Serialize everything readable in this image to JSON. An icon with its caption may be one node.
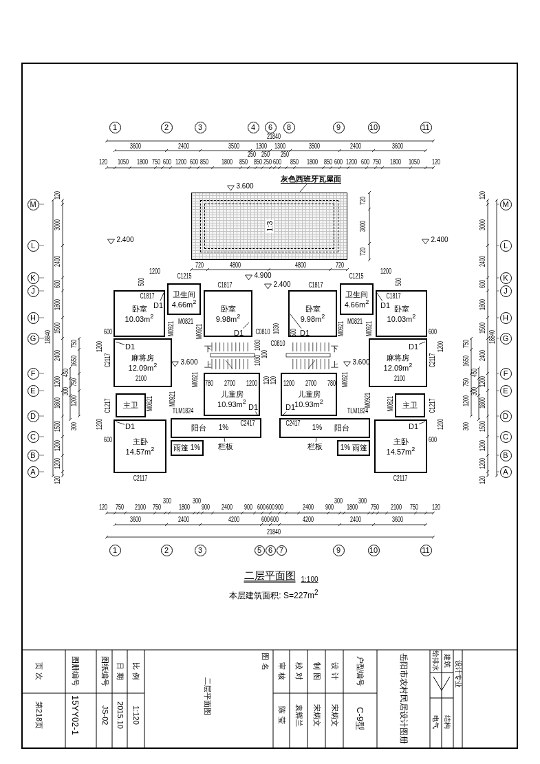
{
  "diagram": {
    "title": "二层平面图",
    "caption": "本层建筑面积: S=227m$^{2}$",
    "nodes": [
      {
        "text": [
          "1"
        ]
      },
      {
        "text": [
          "2"
        ]
      },
      {
        "text": [
          "3"
        ]
      },
      {
        "text": [
          "4"
        ]
      },
      {
        "text": [
          "6"
        ]
      },
      {
        "text": [
          "8"
        ]
      },
      {
        "text": [
          "9"
        ]
      },
      {
        "text": [
          "10"
        ]
      },
      {
        "text": [
          "11"
        ]
      },
      {
        "text": [
          "灰色西班牙瓦屋面"
        ]
      },
      {
        "text": [
          "1:3"
        ]
      },
      {
        "text": [
          "M"
        ]
      },
      {
        "text": [
          "L"
        ]
      },
      {
        "text": [
          "K"
        ]
      },
      {
        "text": [
          "J"
        ]
      },
      {
        "text": [
          "H"
        ]
      },
      {
        "text": [
          "G"
        ]
      },
      {
        "text": [
          "F"
        ]
      },
      {
        "text": [
          "E"
        ]
      },
      {
        "text": [
          "D"
        ]
      },
      {
        "text": [
          "C"
        ]
      },
      {
        "text": [
          "B"
        ]
      },
      {
        "text": [
          "A"
        ]
      },
      {
        "text": [
          "M"
        ]
      },
      {
        "text": [
          "L"
        ]
      },
      {
        "text": [
          "K"
        ]
      },
      {
        "text": [
          "J"
        ]
      },
      {
        "text": [
          "H"
        ]
      },
      {
        "text": [
          "G"
        ]
      },
      {
        "text": [
          "F"
        ]
      },
      {
        "text": [
          "E"
        ]
      },
      {
        "text": [
          "D"
        ]
      },
      {
        "text": [
          "C"
        ]
      },
      {
        "text": [
          "B"
        ]
      },
      {
        "text": [
          "A"
        ]
      },
      {
        "text": [
          "卫生间",
          "4.66m$^{2}$"
        ]
      },
      {
        "text": [
          "卧室",
          "10.03m$^{2}$"
        ]
      },
      {
        "text": [
          "卧室",
          "9.98m$^{2}$"
        ]
      },
      {
        "text": [
          "麻将房",
          "12.09m$^{2}$"
        ]
      },
      {
        "text": [
          "主卫"
        ]
      },
      {
        "text": [
          "主卧",
          "14.57m$^{2}$"
        ]
      },
      {
        "text": [
          "儿童房",
          "10.93m$^{2}$"
        ]
      },
      {
        "text": [
          "阳台"
        ]
      },
      {
        "text": [
          "雨篷"
        ]
      },
      {
        "text": [
          "栏板"
        ]
      },
      {
        "text": [
          "卫生间",
          "4.66m$^{2}$"
        ]
      },
      {
        "text": [
          "卧室",
          "9.98m$^{2}$"
        ]
      },
      {
        "text": [
          "卧室",
          "10.03m$^{2}$"
        ]
      },
      {
        "text": [
          "麻将房",
          "12.09m$^{2}$"
        ]
      },
      {
        "text": [
          "儿童房",
          "10.93m$^{2}$"
        ]
      },
      {
        "text": [
          "主卫"
        ]
      },
      {
        "text": [
          "主卧",
          "14.57m$^{2}$"
        ]
      },
      {
        "text": [
          "阳台"
        ]
      },
      {
        "text": [
          "雨篷"
        ]
      },
      {
        "text": [
          "栏板"
        ]
      },
      {
        "text": [
          "D1"
        ],
        "in": 36
      },
      {
        "text": [
          "D1"
        ],
        "in": 37
      },
      {
        "text": [
          "D1"
        ],
        "in": 38
      },
      {
        "text": [
          "D1"
        ],
        "in": 40
      },
      {
        "text": [
          "D1"
        ],
        "in": 41
      },
      {
        "text": [
          "D1"
        ],
        "in": 47
      },
      {
        "text": [
          "D1"
        ],
        "in": 46
      },
      {
        "text": [
          "D1"
        ],
        "in": 48
      },
      {
        "text": [
          "D1"
        ],
        "in": 51
      },
      {
        "text": [
          "D1"
        ],
        "in": 49
      },
      {
        "text": [
          "1"
        ]
      },
      {
        "text": [
          "2"
        ]
      },
      {
        "text": [
          "3"
        ]
      },
      {
        "text": [
          "5"
        ]
      },
      {
        "text": [
          "6"
        ]
      },
      {
        "text": [
          "7"
        ]
      },
      {
        "text": [
          "9"
        ]
      },
      {
        "text": [
          "10"
        ]
      },
      {
        "text": [
          "11"
        ]
      }
    ],
    "edges": [
      {
        "from": 9,
        "to": 10,
        "arrow": "none"
      },
      {
        "from": 44,
        "to": null,
        "arrow": "none"
      },
      {
        "from": 54,
        "to": null,
        "arrow": "none"
      },
      {
        "from": 55,
        "to": null,
        "arrow": "none"
      },
      {
        "from": 56,
        "to": null,
        "arrow": "none"
      },
      {
        "from": 57,
        "to": null,
        "arrow": "none"
      },
      {
        "from": 58,
        "to": null,
        "arrow": "none"
      },
      {
        "from": 59,
        "to": null,
        "arrow": "none"
      },
      {
        "from": 60,
        "to": null,
        "arrow": "none"
      },
      {
        "from": 61,
        "to": null,
        "arrow": "none"
      },
      {
        "from": 62,
        "to": null,
        "arrow": "none"
      },
      {
        "from": 63,
        "to": null,
        "arrow": "none"
      },
      {
        "from": 64,
        "to": null,
        "arrow": "none"
      }
    ],
    "labels": [
      "21840",
      "3600",
      "2400",
      "3500",
      "1300",
      "1300",
      "3500",
      "2400",
      "3600",
      "120",
      "1050",
      "1800",
      "750",
      "600",
      "1200",
      "600",
      "850",
      "1800",
      "850",
      "250",
      "850",
      "250",
      "250",
      "600",
      "250",
      "850",
      "1800",
      "850",
      "600",
      "1200",
      "600",
      "750",
      "1800",
      "1050",
      "120",
      "3.600",
      "720",
      "3000",
      "720",
      "2.400",
      "2.400",
      "720",
      "4800",
      "4.900",
      "4800",
      "720",
      "120",
      "3000",
      "2400",
      "600",
      "1800",
      "1500",
      "18840",
      "750",
      "2400",
      "1650",
      "450",
      "1200",
      "750",
      "300",
      "1800",
      "1200",
      "1500",
      "300",
      "1200",
      "1200",
      "120",
      "500",
      "1200",
      "C1215",
      "C1817",
      "2.400",
      "C1817",
      "600",
      "M0921",
      "M0821",
      "M0921",
      "C0810",
      "1200",
      "下",
      "1030",
      "100",
      "C2117",
      "3.600",
      "上",
      "1030",
      "2100",
      "M0921",
      "780",
      "2700",
      "1200",
      "120",
      "C1217",
      "M0821",
      "M0921",
      "TLM1824",
      "1200",
      "1%",
      "C2417",
      "600",
      "1%",
      "C2117",
      "C1817",
      "C1215",
      "1200",
      "500",
      "C1817",
      "1030",
      "500",
      "M0921",
      "M0821",
      "M0921",
      "600",
      "C0810",
      "1200",
      "下",
      "上",
      "3.600",
      "C2117",
      "120",
      "1200",
      "2700",
      "780",
      "M0921",
      "2100",
      "TLM1824",
      "M0921",
      "M0821",
      "C1217",
      "C2417",
      "1%",
      "1200",
      "600",
      "1%",
      "C2117",
      "120",
      "3000",
      "2400",
      "600",
      "1800",
      "1500",
      "18840",
      "750",
      "2400",
      "1650",
      "450",
      "750",
      "1200",
      "300",
      "1200",
      "1800",
      "300",
      "1500",
      "1200",
      "1200",
      "120",
      "120",
      "750",
      "2100",
      "750",
      "300",
      "1800",
      "300",
      "900",
      "2400",
      "900",
      "600",
      "600",
      "900",
      "2400",
      "900",
      "300",
      "1800",
      "300",
      "750",
      "2100",
      "750",
      "120",
      "3600",
      "2400",
      "4200",
      "600",
      "600",
      "4200",
      "2400",
      "3600",
      "21840",
      "1:100",
      "页 次",
      "第218页",
      "图册编号",
      "15YY02-1",
      "图纸编号",
      "JS-02",
      "日 期",
      "2015.10",
      "比 例",
      "1:120",
      "二层平面图",
      "图 名",
      "审 核",
      "陈 莹",
      "校 对",
      "袁辉兰",
      "制 图",
      "宋炳文",
      "设 计",
      "宋炳文",
      "户型编号",
      "C-9型",
      "岳阳市农村民居设计图册",
      "给排水",
      "电气",
      "建筑",
      "结构",
      "设计专业"
    ]
  }
}
